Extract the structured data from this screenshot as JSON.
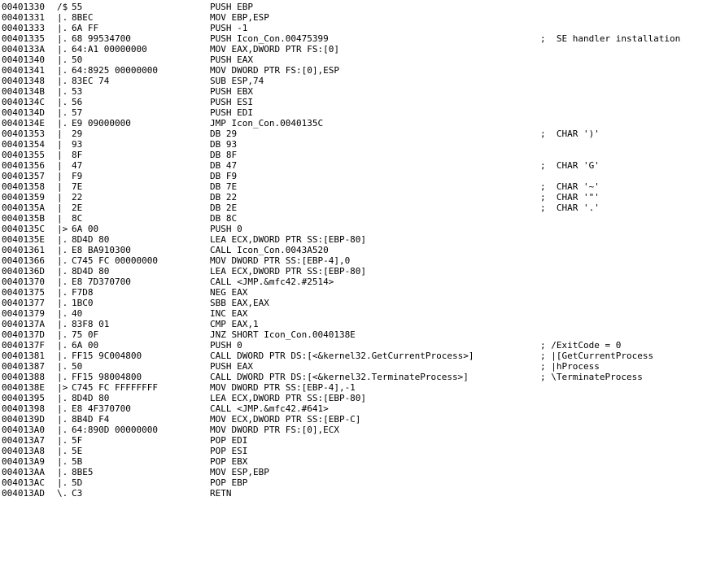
{
  "rows": [
    {
      "addr": "00401330",
      "mark": "/$",
      "hex": "55",
      "ins": "PUSH EBP",
      "cmt": ""
    },
    {
      "addr": "00401331",
      "mark": "|.",
      "hex": "8BEC",
      "ins": "MOV EBP,ESP",
      "cmt": ""
    },
    {
      "addr": "00401333",
      "mark": "|.",
      "hex": "6A FF",
      "ins": "PUSH -1",
      "cmt": ""
    },
    {
      "addr": "00401335",
      "mark": "|.",
      "hex": "68 99534700",
      "ins": "PUSH Icon_Con.00475399",
      "cmt": ";  SE handler installation"
    },
    {
      "addr": "0040133A",
      "mark": "|.",
      "hex": "64:A1 00000000",
      "ins": "MOV EAX,DWORD PTR FS:[0]",
      "cmt": ""
    },
    {
      "addr": "00401340",
      "mark": "|.",
      "hex": "50",
      "ins": "PUSH EAX",
      "cmt": ""
    },
    {
      "addr": "00401341",
      "mark": "|.",
      "hex": "64:8925 00000000",
      "ins": "MOV DWORD PTR FS:[0],ESP",
      "cmt": ""
    },
    {
      "addr": "00401348",
      "mark": "|.",
      "hex": "83EC 74",
      "ins": "SUB ESP,74",
      "cmt": ""
    },
    {
      "addr": "0040134B",
      "mark": "|.",
      "hex": "53",
      "ins": "PUSH EBX",
      "cmt": ""
    },
    {
      "addr": "0040134C",
      "mark": "|.",
      "hex": "56",
      "ins": "PUSH ESI",
      "cmt": ""
    },
    {
      "addr": "0040134D",
      "mark": "|.",
      "hex": "57",
      "ins": "PUSH EDI",
      "cmt": ""
    },
    {
      "addr": "0040134E",
      "mark": "|.",
      "hex": "E9 09000000",
      "ins": "JMP Icon_Con.0040135C",
      "cmt": ""
    },
    {
      "addr": "00401353",
      "mark": "|",
      "hex": "29",
      "ins": "DB 29",
      "cmt": ";  CHAR ')'"
    },
    {
      "addr": "00401354",
      "mark": "|",
      "hex": "93",
      "ins": "DB 93",
      "cmt": ""
    },
    {
      "addr": "00401355",
      "mark": "|",
      "hex": "8F",
      "ins": "DB 8F",
      "cmt": ""
    },
    {
      "addr": "00401356",
      "mark": "|",
      "hex": "47",
      "ins": "DB 47",
      "cmt": ";  CHAR 'G'"
    },
    {
      "addr": "00401357",
      "mark": "|",
      "hex": "F9",
      "ins": "DB F9",
      "cmt": ""
    },
    {
      "addr": "00401358",
      "mark": "|",
      "hex": "7E",
      "ins": "DB 7E",
      "cmt": ";  CHAR '~'"
    },
    {
      "addr": "00401359",
      "mark": "|",
      "hex": "22",
      "ins": "DB 22",
      "cmt": ";  CHAR '\"'"
    },
    {
      "addr": "0040135A",
      "mark": "|",
      "hex": "2E",
      "ins": "DB 2E",
      "cmt": ";  CHAR '.'"
    },
    {
      "addr": "0040135B",
      "mark": "|",
      "hex": "8C",
      "ins": "DB 8C",
      "cmt": ""
    },
    {
      "addr": "0040135C",
      "mark": "|>",
      "hex": "6A 00",
      "ins": "PUSH 0",
      "cmt": ""
    },
    {
      "addr": "0040135E",
      "mark": "|.",
      "hex": "8D4D 80",
      "ins": "LEA ECX,DWORD PTR SS:[EBP-80]",
      "cmt": ""
    },
    {
      "addr": "00401361",
      "mark": "|.",
      "hex": "E8 BA910300",
      "ins": "CALL Icon_Con.0043A520",
      "cmt": ""
    },
    {
      "addr": "00401366",
      "mark": "|.",
      "hex": "C745 FC 00000000",
      "ins": "MOV DWORD PTR SS:[EBP-4],0",
      "cmt": ""
    },
    {
      "addr": "0040136D",
      "mark": "|.",
      "hex": "8D4D 80",
      "ins": "LEA ECX,DWORD PTR SS:[EBP-80]",
      "cmt": ""
    },
    {
      "addr": "00401370",
      "mark": "|.",
      "hex": "E8 7D370700",
      "ins": "CALL <JMP.&mfc42.#2514>",
      "cmt": ""
    },
    {
      "addr": "00401375",
      "mark": "|.",
      "hex": "F7D8",
      "ins": "NEG EAX",
      "cmt": ""
    },
    {
      "addr": "00401377",
      "mark": "|.",
      "hex": "1BC0",
      "ins": "SBB EAX,EAX",
      "cmt": ""
    },
    {
      "addr": "00401379",
      "mark": "|.",
      "hex": "40",
      "ins": "INC EAX",
      "cmt": ""
    },
    {
      "addr": "0040137A",
      "mark": "|.",
      "hex": "83F8 01",
      "ins": "CMP EAX,1",
      "cmt": ""
    },
    {
      "addr": "0040137D",
      "mark": "|.",
      "hex": "75 0F",
      "ins": "JNZ SHORT Icon_Con.0040138E",
      "cmt": ""
    },
    {
      "addr": "0040137F",
      "mark": "|.",
      "hex": "6A 00",
      "ins": "PUSH 0",
      "cmt": "; /ExitCode = 0"
    },
    {
      "addr": "00401381",
      "mark": "|.",
      "hex": "FF15 9C004800",
      "ins": "CALL DWORD PTR DS:[<&kernel32.GetCurrentProcess>]",
      "cmt": "; |[GetCurrentProcess"
    },
    {
      "addr": "00401387",
      "mark": "|.",
      "hex": "50",
      "ins": "PUSH EAX",
      "cmt": "; |hProcess"
    },
    {
      "addr": "00401388",
      "mark": "|.",
      "hex": "FF15 98004800",
      "ins": "CALL DWORD PTR DS:[<&kernel32.TerminateProcess>]",
      "cmt": "; \\TerminateProcess"
    },
    {
      "addr": "0040138E",
      "mark": "|>",
      "hex": "C745 FC FFFFFFFF",
      "ins": "MOV DWORD PTR SS:[EBP-4],-1",
      "cmt": ""
    },
    {
      "addr": "00401395",
      "mark": "|.",
      "hex": "8D4D 80",
      "ins": "LEA ECX,DWORD PTR SS:[EBP-80]",
      "cmt": ""
    },
    {
      "addr": "00401398",
      "mark": "|.",
      "hex": "E8 4F370700",
      "ins": "CALL <JMP.&mfc42.#641>",
      "cmt": ""
    },
    {
      "addr": "0040139D",
      "mark": "|.",
      "hex": "8B4D F4",
      "ins": "MOV ECX,DWORD PTR SS:[EBP-C]",
      "cmt": ""
    },
    {
      "addr": "004013A0",
      "mark": "|.",
      "hex": "64:890D 00000000",
      "ins": "MOV DWORD PTR FS:[0],ECX",
      "cmt": ""
    },
    {
      "addr": "004013A7",
      "mark": "|.",
      "hex": "5F",
      "ins": "POP EDI",
      "cmt": ""
    },
    {
      "addr": "004013A8",
      "mark": "|.",
      "hex": "5E",
      "ins": "POP ESI",
      "cmt": ""
    },
    {
      "addr": "004013A9",
      "mark": "|.",
      "hex": "5B",
      "ins": "POP EBX",
      "cmt": ""
    },
    {
      "addr": "004013AA",
      "mark": "|.",
      "hex": "8BE5",
      "ins": "MOV ESP,EBP",
      "cmt": ""
    },
    {
      "addr": "004013AC",
      "mark": "|.",
      "hex": "5D",
      "ins": "POP EBP",
      "cmt": ""
    },
    {
      "addr": "004013AD",
      "mark": "\\.",
      "hex": "C3",
      "ins": "RETN",
      "cmt": ""
    }
  ]
}
